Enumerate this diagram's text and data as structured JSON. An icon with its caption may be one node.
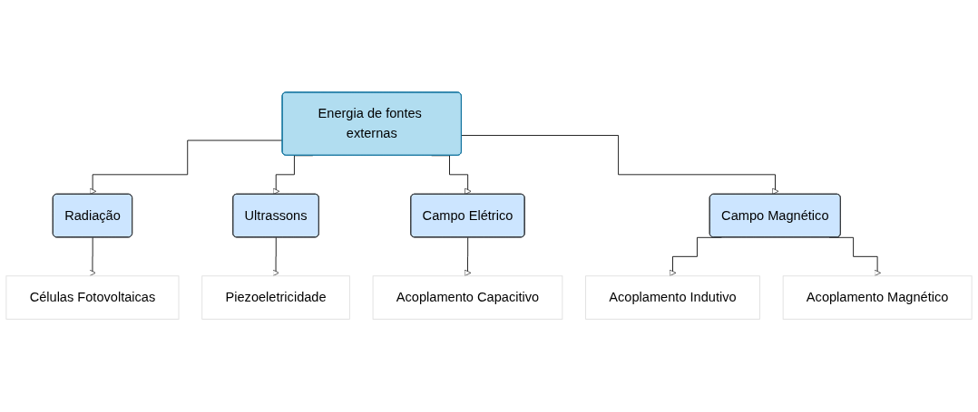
{
  "diagram": {
    "nodes": [
      {
        "text": [
          "Energia de fontes externas"
        ]
      },
      {
        "text": [
          "Radiação"
        ]
      },
      {
        "text": [
          "Ultrassons"
        ]
      },
      {
        "text": [
          "Campo Elétrico"
        ]
      },
      {
        "text": [
          "Campo Magnético"
        ]
      },
      {
        "text": [
          "Células Fotovoltaicas"
        ]
      },
      {
        "text": [
          "Piezoeletricidade"
        ]
      },
      {
        "text": [
          "Acoplamento Capacitivo"
        ]
      },
      {
        "text": [
          "Acoplamento Indutivo"
        ]
      },
      {
        "text": [
          "Acoplamento Magnético"
        ]
      }
    ],
    "edges": [
      {
        "from": 0,
        "to": 1,
        "arrow": "to"
      },
      {
        "from": 0,
        "to": 2,
        "arrow": "to"
      },
      {
        "from": 0,
        "to": 3,
        "arrow": "to"
      },
      {
        "from": 0,
        "to": 4,
        "arrow": "to"
      },
      {
        "from": 1,
        "to": 5,
        "arrow": "to"
      },
      {
        "from": 2,
        "to": 6,
        "arrow": "to"
      },
      {
        "from": 3,
        "to": 7,
        "arrow": "to"
      },
      {
        "from": 4,
        "to": 8,
        "arrow": "to"
      },
      {
        "from": 4,
        "to": 9,
        "arrow": "to"
      }
    ]
  }
}
